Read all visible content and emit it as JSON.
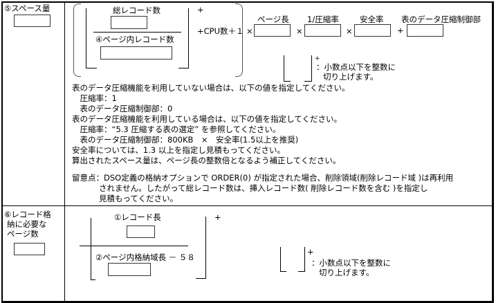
{
  "row5": {
    "label": "⑤スペース量",
    "total_records_label": "総レコード数",
    "records_per_page_label": "④ページ内レコード数",
    "plus": "+",
    "cpu_term": "+CPU数＋１",
    "times": "×",
    "page_length_label": "ページ長",
    "inverse_compression_label": "1/圧縮率",
    "safety_rate_label": "安全率",
    "compression_control_label": "表のデータ圧縮制御部",
    "ceil_plus": "+",
    "ceil_note_1": "：小数点以下を整数に",
    "ceil_note_2": "切り上げます。",
    "notes": [
      "表のデータ圧縮機能を利用していない場合は、以下の値を指定してください。",
      "　圧縮率：1",
      "　表のデータ圧縮制御部：0",
      "表のデータ圧縮機能を利用している場合は、以下の値を指定してください。",
      "　圧縮率：“5.3 圧縮する表の選定” を参照してください。",
      "　表のデータ圧縮制御部：800KB　×　安全率(1.5以上を推奨)",
      "安全率については、1.3 以上を指定し見積もってください。",
      "算出されたスペース量は、ページ長の整数倍となるよう補正してください。"
    ],
    "caution": [
      "留意点：DSO定義の格納オプションで ORDER(0) が指定された場合、削除領域(削除レコード域 )は再利用",
      "されません。したがって総レコード数は、挿入レコード数( 削除レコード数を含む )を指定し",
      "見積もってください。"
    ]
  },
  "row6": {
    "label_lines": [
      "⑥レコード格",
      "納に必要な",
      "ページ数"
    ],
    "record_length_label": "①レコード長",
    "page_storage_label": "②ページ内格納域長 － ５８",
    "plus": "+",
    "ceil_plus": "+",
    "ceil_note_1": "：小数点以下を整数に",
    "ceil_note_2": "切り上げます。"
  }
}
